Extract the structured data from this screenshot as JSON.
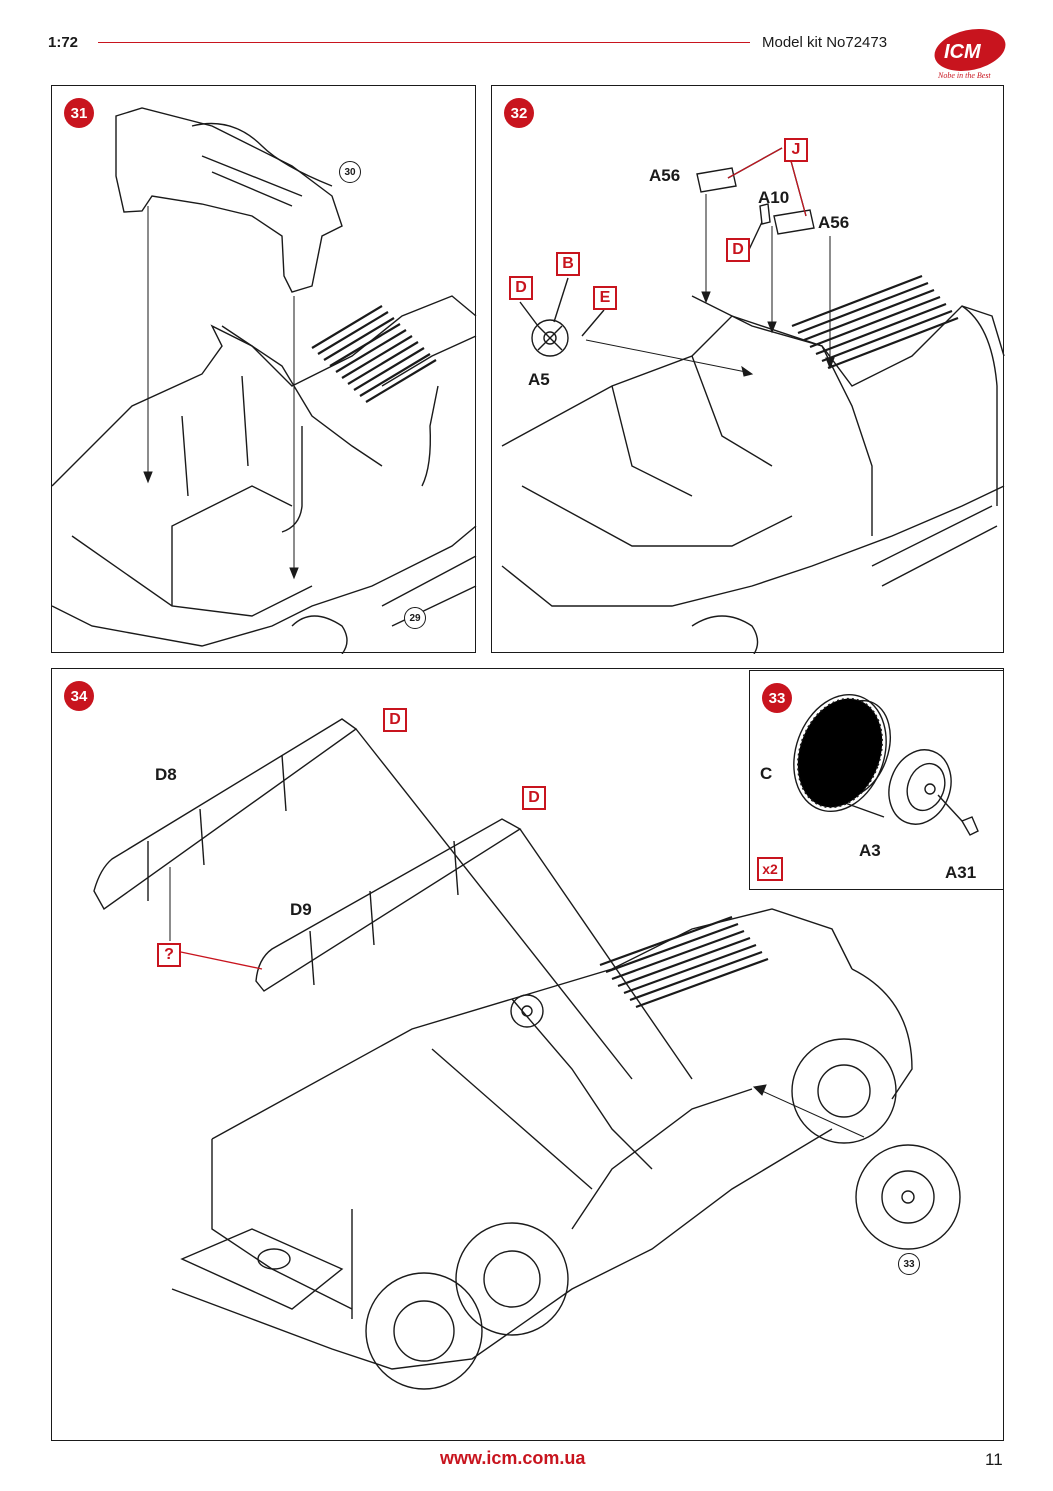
{
  "header": {
    "scale": "1:72",
    "model_kit": "Model kit No72473",
    "logo_text": "ICM",
    "logo_tagline": "Nobe in the Best"
  },
  "colors": {
    "accent": "#c8141e",
    "ink": "#1a1a1a"
  },
  "step31": {
    "number": "31",
    "refs": [
      "30",
      "29"
    ]
  },
  "step32": {
    "number": "32",
    "parts": [
      "A56",
      "A10",
      "A56",
      "A5"
    ],
    "boxes": [
      "J",
      "D",
      "B",
      "D",
      "E"
    ]
  },
  "step33": {
    "number": "33",
    "parts": [
      "C",
      "A3",
      "A31"
    ],
    "multiplier": "x2"
  },
  "step34": {
    "number": "34",
    "parts": [
      "D8",
      "D9"
    ],
    "boxes": [
      "D",
      "D",
      "?"
    ],
    "refs": [
      "33"
    ]
  },
  "footer": {
    "url": "www.icm.com.ua",
    "page": "11"
  }
}
